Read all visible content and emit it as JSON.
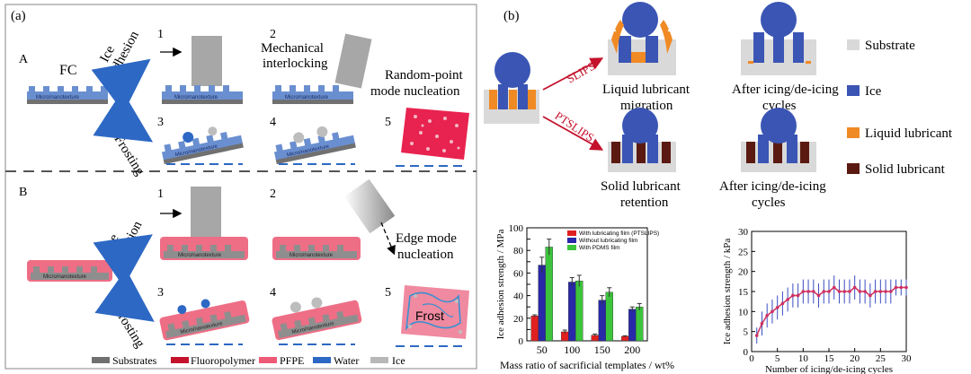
{
  "panel_a": {
    "label": "(a)",
    "section_a_label": "A",
    "section_b_label": "B",
    "fc_label": "FC",
    "ice_adhesion": "Ice\nadhesion",
    "frosting": "Frosting",
    "texture_label": "Micro/nanotexture",
    "steps": [
      "1",
      "2",
      "3",
      "4",
      "5"
    ],
    "mechanical_interlocking": "Mechanical\ninterlocking",
    "random_point_nucleation": "Random-point\nmode nucleation",
    "edge_mode_nucleation": "Edge mode\nnucleation",
    "frost": "Frost",
    "legend": [
      "Substrates",
      "Fluoropolymer",
      "PFPE",
      "Water",
      "Ice"
    ]
  },
  "panel_b": {
    "label": "(b)",
    "slips": "SLIPS",
    "ptslips": "PTSLIPS",
    "liquid_migration": "Liquid lubricant\nmigration",
    "solid_retention": "Solid lubricant\nretention",
    "after_cycles": "After icing/de-icing\ncycles",
    "legend": [
      "Substrate",
      "Ice",
      "Liquid lubricant",
      "Solid lubricant"
    ]
  },
  "colors": {
    "substrate_gray": "#d9d9d9",
    "ice_blue": "#3a55b4",
    "liquid_orange": "#f08a24",
    "solid_brown": "#5a1a12",
    "pfpe_pink": "#ee5a78",
    "fluoro_red": "#c4122c",
    "water_blue": "#2d68c4",
    "ice_gray": "#b8b8b8",
    "substrate_dark": "#707070",
    "red_text": "#c4122c"
  },
  "chart_data": [
    {
      "type": "bar",
      "xlabel": "Mass ratio of sacrificial templates / wt%",
      "ylabel": "Ice adhesion strength / MPa",
      "categories": [
        "50",
        "100",
        "150",
        "200"
      ],
      "ylim": [
        0,
        100
      ],
      "yticks": [
        "0",
        "10",
        "20",
        "30",
        "40",
        "50",
        "60",
        "70",
        "80",
        "90",
        "100"
      ],
      "series": [
        {
          "name": "With lubricating film (PTSLIPS)",
          "values": [
            22,
            8,
            5,
            4
          ],
          "errors": [
            1,
            1.5,
            1,
            0.5
          ]
        },
        {
          "name": "Without lubricating film",
          "values": [
            67,
            52,
            36,
            28
          ],
          "errors": [
            7,
            4,
            4,
            2
          ]
        },
        {
          "name": "With PDMS film",
          "values": [
            83,
            53,
            43,
            30
          ],
          "errors": [
            7,
            5,
            4,
            3
          ]
        }
      ],
      "colors": [
        "#e02020",
        "#2828a8",
        "#3cc43c"
      ],
      "legend_position": "top-right"
    },
    {
      "type": "line",
      "xlabel": "Number of icing/de-icing cycles",
      "ylabel": "Ice adhesion strength / kPa",
      "xlim": [
        0,
        30
      ],
      "ylim": [
        0,
        30
      ],
      "xticks": [
        "0",
        "5",
        "10",
        "15",
        "20",
        "25",
        "30"
      ],
      "yticks": [
        "0",
        "5",
        "10",
        "15",
        "20",
        "25",
        "30"
      ],
      "x": [
        1,
        2,
        3,
        4,
        5,
        6,
        7,
        8,
        9,
        10,
        11,
        12,
        13,
        14,
        15,
        16,
        17,
        18,
        19,
        20,
        21,
        22,
        23,
        24,
        25,
        26,
        27,
        28,
        29,
        30
      ],
      "y": [
        4,
        7,
        9,
        10,
        11,
        12,
        13,
        14,
        14,
        15,
        15,
        15,
        14,
        15,
        15,
        16,
        15,
        15,
        15,
        16,
        15,
        15,
        14,
        15,
        15,
        15,
        15,
        16,
        16,
        16
      ],
      "errors": [
        2,
        3,
        3,
        3,
        3,
        3,
        3,
        3,
        3,
        3,
        3,
        3,
        3,
        3,
        3,
        3,
        3,
        3,
        3,
        3,
        3,
        3,
        3,
        3,
        3,
        3,
        3,
        2,
        2,
        2
      ],
      "color": "#d03060",
      "error_color": "#3a4cc0"
    }
  ]
}
